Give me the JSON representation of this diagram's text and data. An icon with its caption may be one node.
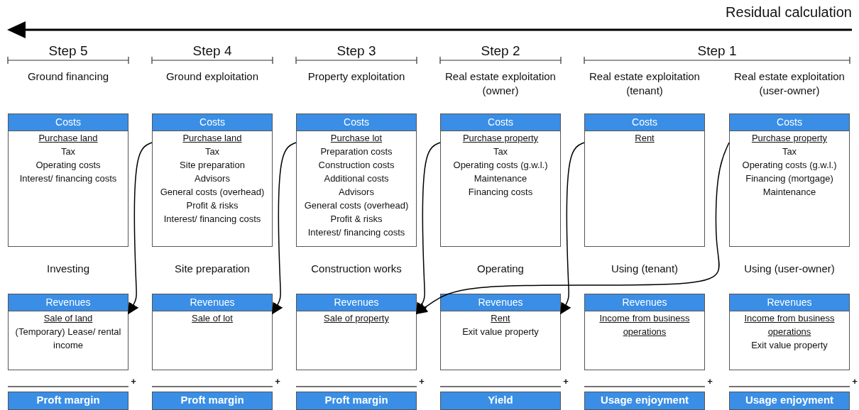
{
  "diagram": {
    "nodes": [
      {
        "text": [
          "Costs",
          "Purchase land",
          "Tax",
          "Operating costs",
          "Interest/ financing costs"
        ]
      },
      {
        "text": [
          "Costs",
          "Purchase land",
          "Tax",
          "Site preparation",
          "Advisors",
          "General costs (overhead)",
          "Profit & risks",
          "Interest/ financing costs"
        ]
      },
      {
        "text": [
          "Costs",
          "Purchase lot",
          "Preparation costs",
          "Construction costs",
          "Additional costs",
          "Advisors",
          "General costs (overhead)",
          "Profit & risks",
          "Interest/ financing costs"
        ]
      },
      {
        "text": [
          "Costs",
          "Purchase property",
          "Tax",
          "Operating costs (g.w.l.)",
          "Maintenance",
          "Financing costs"
        ]
      },
      {
        "text": [
          "Costs",
          "Rent"
        ]
      },
      {
        "text": [
          "Costs",
          "Purchase property",
          "Tax",
          "Operating costs (g.w.l.)",
          "Financing (mortgage)",
          "Maintenance"
        ]
      },
      {
        "text": [
          "Revenues",
          "Sale of land",
          "(Temporary) Lease/ rental income"
        ]
      },
      {
        "text": [
          "Revenues",
          "Sale of lot"
        ]
      },
      {
        "text": [
          "Revenues",
          "Sale of property"
        ]
      },
      {
        "text": [
          "Revenues",
          "Rent",
          "Exit value property"
        ]
      },
      {
        "text": [
          "Revenues",
          "Income from business operations"
        ]
      },
      {
        "text": [
          "Revenues",
          "Income from business operations",
          "Exit value property"
        ]
      },
      {
        "text": [
          "Proft margin"
        ]
      },
      {
        "text": [
          "Proft margin"
        ]
      },
      {
        "text": [
          "Proft margin"
        ]
      },
      {
        "text": [
          "Yield"
        ]
      },
      {
        "text": [
          "Usage enjoyment"
        ]
      },
      {
        "text": [
          "Usage enjoyment"
        ]
      }
    ],
    "edges": [
      {
        "from": 1,
        "to": 6,
        "arrow": "to"
      },
      {
        "from": 2,
        "to": 7,
        "arrow": "to"
      },
      {
        "from": 3,
        "to": 8,
        "arrow": "to"
      },
      {
        "from": 4,
        "to": 9,
        "arrow": "to"
      },
      {
        "from": 5,
        "to": 8,
        "arrow": "to"
      }
    ],
    "labels": [
      "Residual calculation",
      "Step 5",
      "Step 4",
      "Step 3",
      "Step 2",
      "Step 1",
      "Ground financing",
      "Ground exploitation",
      "Property exploitation",
      "Real estate exploitation (owner)",
      "Real estate exploitation (tenant)",
      "Real estate exploitation (user-owner)",
      "Investing",
      "Site preparation",
      "Construction works",
      "Operating",
      "Using (tenant)",
      "Using (user-owner)",
      "+",
      "+",
      "+",
      "+",
      "+",
      "+"
    ]
  }
}
